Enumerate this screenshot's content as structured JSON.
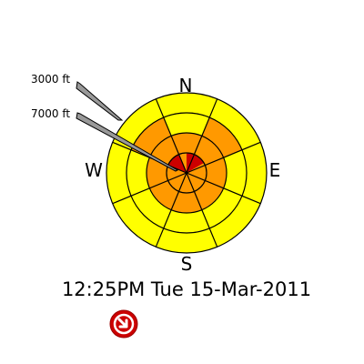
{
  "compass": {
    "north": "N",
    "east": "E",
    "south": "S",
    "west": "W"
  },
  "altitude_labels": {
    "upper": "3000 ft",
    "lower": "7000 ft"
  },
  "timestamp": "12:25PM Tue 15-Mar-2011",
  "colors": {
    "level_1": "#ffff00",
    "level_2": "#ff9900",
    "level_3": "#cc0000",
    "outline": "#000000",
    "pointer_fill": "#999999",
    "link_icon": "#cc0000"
  },
  "rose": {
    "sectors": 8,
    "rings": 4,
    "sector_levels": [
      [
        2,
        2,
        1,
        1
      ],
      [
        2,
        2,
        2,
        1
      ],
      [
        2,
        2,
        1,
        1
      ],
      [
        2,
        2,
        1,
        1
      ],
      [
        2,
        2,
        1,
        1
      ],
      [
        2,
        2,
        1,
        1
      ],
      [
        2,
        2,
        1,
        1
      ],
      [
        3,
        2,
        2,
        1
      ]
    ],
    "highlight": {
      "level": 3,
      "from_deg": 0,
      "to_deg": 60
    }
  },
  "link_icon_name": "arrow-circle-icon"
}
